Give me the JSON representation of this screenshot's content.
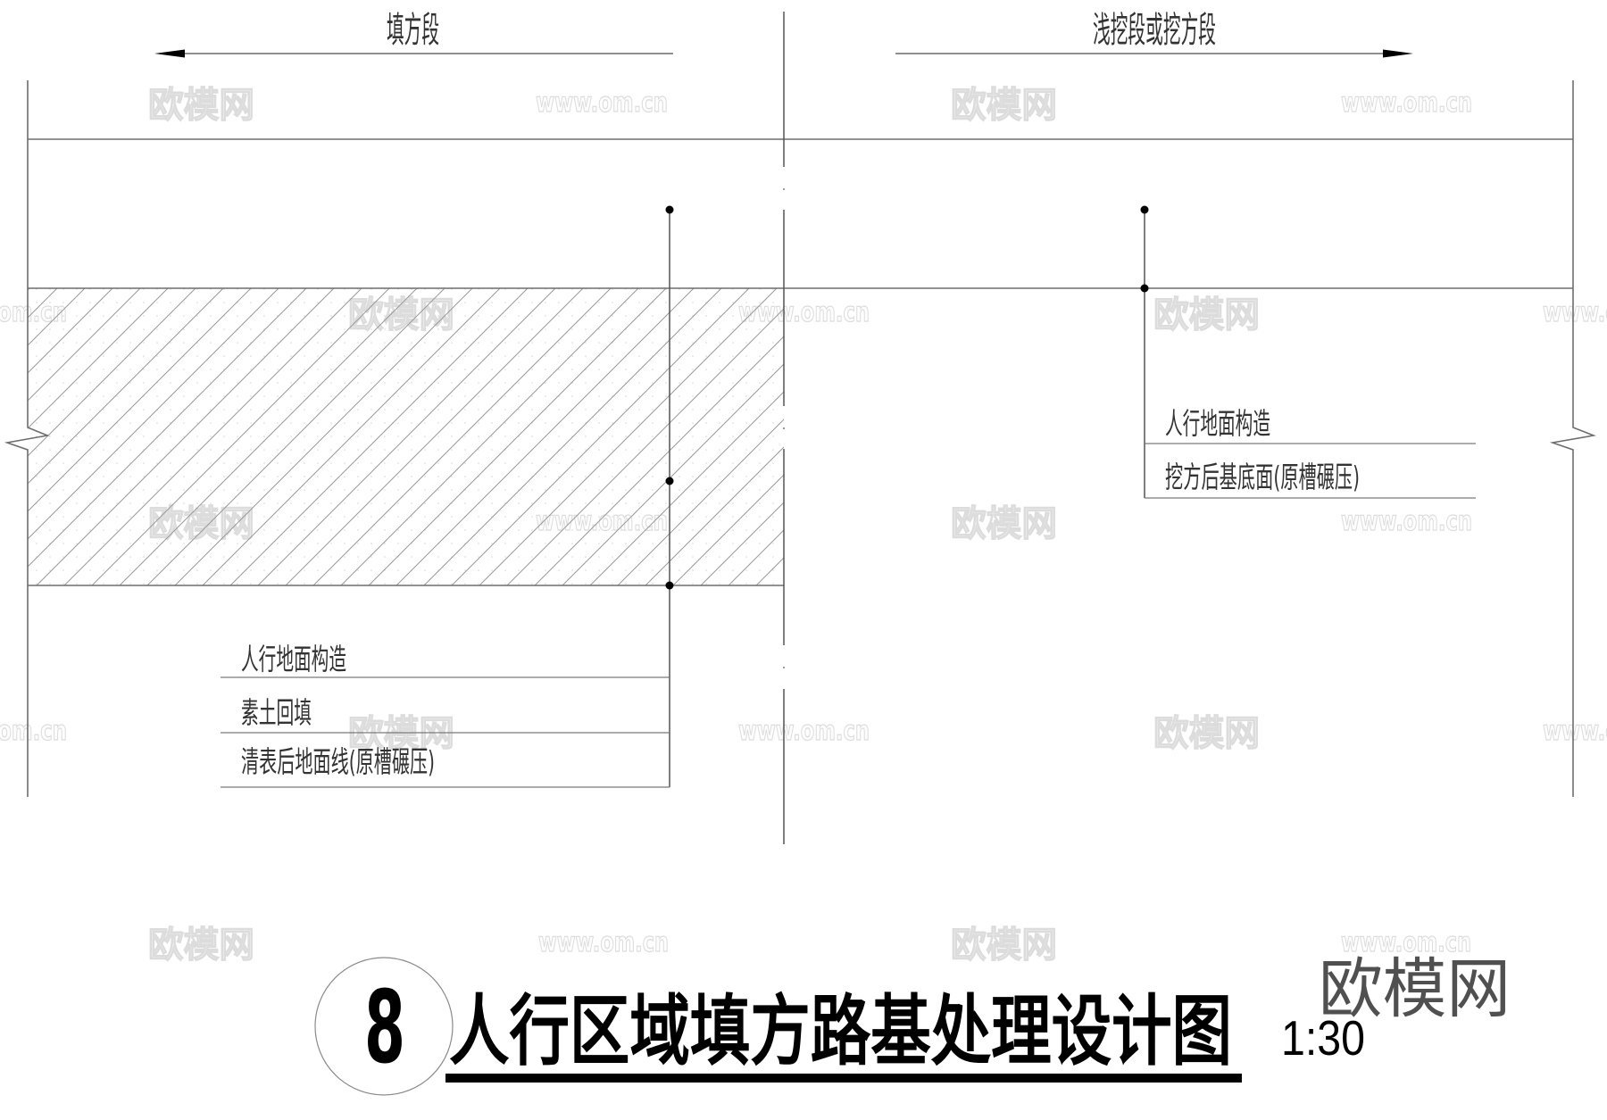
{
  "drawing": {
    "number": "8",
    "title": "人行区域填方路基处理设计图",
    "scale": "1:30"
  },
  "sections": {
    "left": {
      "label": "填方段",
      "arrow_direction": "left"
    },
    "right": {
      "label": "浅挖段或挖方段",
      "arrow_direction": "right"
    }
  },
  "fill_section": {
    "labels": [
      "人行地面构造",
      "素土回填",
      "清表后地面线(原槽碾压)"
    ],
    "hatch": "diagonal-soil-hatch"
  },
  "cut_section": {
    "labels": [
      "人行地面构造",
      "挖方后基底面(原槽碾压)"
    ]
  },
  "watermarks": {
    "brand": "欧模网",
    "url": "www.om.cn",
    "logo": "欧模网"
  },
  "colors": {
    "background": "#ffffff",
    "line": "#6e6e6e",
    "hatch": "#9a9a9a",
    "text": "#333333",
    "title": "#000000",
    "watermark_outline": "#dcdcdc",
    "watermark_logo": "#505050"
  }
}
